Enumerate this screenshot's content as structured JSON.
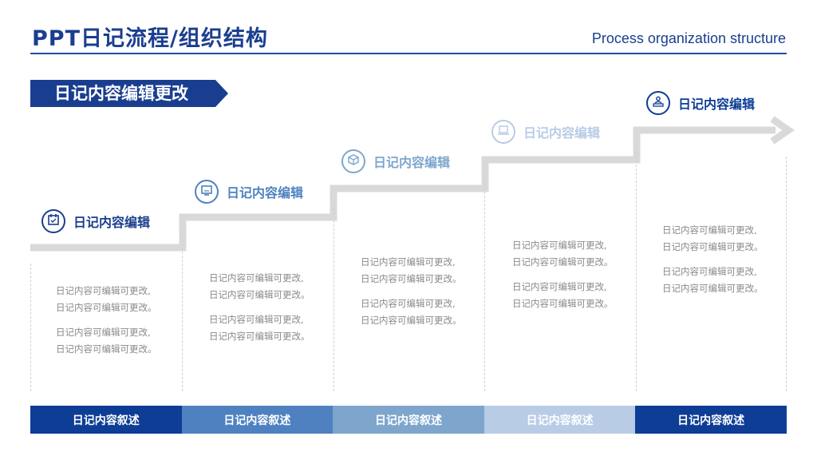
{
  "header": {
    "title": "PPT日记流程/组织结构",
    "subtitle": "Process organization structure"
  },
  "banner": {
    "label": "日记内容编辑更改"
  },
  "colors": {
    "dark_blue": "#1a3e8f",
    "mid_blue": "#4f81c1",
    "light_blue": "#7ea6cd",
    "pale_blue": "#b8cce6",
    "navy": "#0e3d96",
    "stair_gray": "#d9d9d9"
  },
  "steps": [
    {
      "label": "日记内容编辑",
      "icon": "calendar-icon",
      "lines": [
        "日记内容可编辑可更改,",
        "日记内容可编辑可更改。",
        "日记内容可编辑可更改,",
        "日记内容可编辑可更改。"
      ],
      "bottom": "日记内容叙述"
    },
    {
      "label": "日记内容编辑",
      "icon": "monitor-icon",
      "lines": [
        "日记内容可编辑可更改,",
        "日记内容可编辑可更改。",
        "日记内容可编辑可更改,",
        "日记内容可编辑可更改。"
      ],
      "bottom": "日记内容叙述"
    },
    {
      "label": "日记内容编辑",
      "icon": "box-icon",
      "lines": [
        "日记内容可编辑可更改,",
        "日记内容可编辑可更改。",
        "日记内容可编辑可更改,",
        "日记内容可编辑可更改。"
      ],
      "bottom": "日记内容叙述"
    },
    {
      "label": "日记内容编辑",
      "icon": "laptop-icon",
      "lines": [
        "日记内容可编辑可更改,",
        "日记内容可编辑可更改。",
        "日记内容可编辑可更改,",
        "日记内容可编辑可更改。"
      ],
      "bottom": "日记内容叙述"
    },
    {
      "label": "日记内容编辑",
      "icon": "team-icon",
      "lines": [
        "日记内容可编辑可更改,",
        "日记内容可编辑可更改。",
        "日记内容可编辑可更改,",
        "日记内容可编辑可更改。"
      ],
      "bottom": "日记内容叙述"
    }
  ]
}
